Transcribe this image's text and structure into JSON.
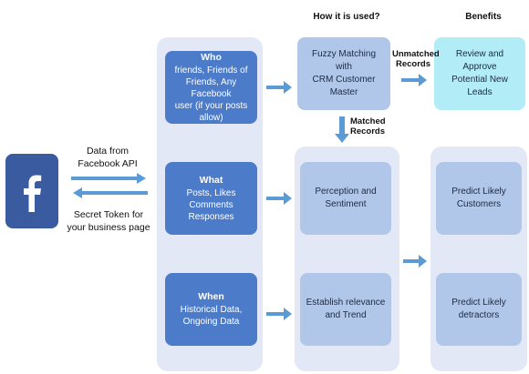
{
  "headers": {
    "how": "How it is used?",
    "benefits": "Benefits"
  },
  "source": {
    "icon": "facebook-icon",
    "brand_color": "#3a5ba0",
    "data_label": [
      "Data from",
      "Facebook API"
    ],
    "token_label": [
      "Secret Token for",
      "your business page"
    ]
  },
  "inputs": [
    {
      "title": "Who",
      "lines": [
        "friends, Friends of",
        "Friends, Any Facebook",
        "user (if your posts allow)"
      ]
    },
    {
      "title": "What",
      "lines": [
        "Posts, Likes",
        "Comments",
        "Responses"
      ]
    },
    {
      "title": "When",
      "lines": [
        "Historical Data,",
        "Ongoing Data"
      ]
    }
  ],
  "matching": {
    "lines": [
      "Fuzzy Matching with",
      "CRM Customer Master"
    ]
  },
  "unmatched_label": [
    "Unmatched",
    "Records"
  ],
  "matched_label": [
    "Matched",
    "Records"
  ],
  "review": {
    "lines": [
      "Review and Approve",
      "Potential New Leads"
    ]
  },
  "analysis": [
    {
      "lines": [
        "Perception and",
        "Sentiment"
      ]
    },
    {
      "lines": [
        "Establish relevance",
        "and Trend"
      ]
    }
  ],
  "benefits": [
    {
      "lines": [
        "Predict Likely",
        "Customers"
      ]
    },
    {
      "lines": [
        "Predict Likely",
        "detractors"
      ]
    }
  ],
  "colors": {
    "arrow": "#5b9bd5",
    "panel": "#e3e8f6",
    "dark_box": "#4c7cc9",
    "mid_box": "#b1c7ea",
    "aqua_box": "#b2ecf6"
  }
}
